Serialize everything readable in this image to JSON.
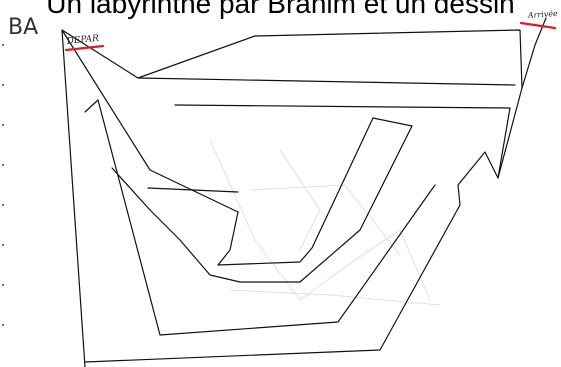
{
  "caption": "Un labyrinthe par Brahim et un dessin",
  "drawing": {
    "initials": "BA",
    "start_label": "DEPAR",
    "end_label": "Arrivée",
    "ink_color": "#111111",
    "accent_color": "#d8202a"
  }
}
